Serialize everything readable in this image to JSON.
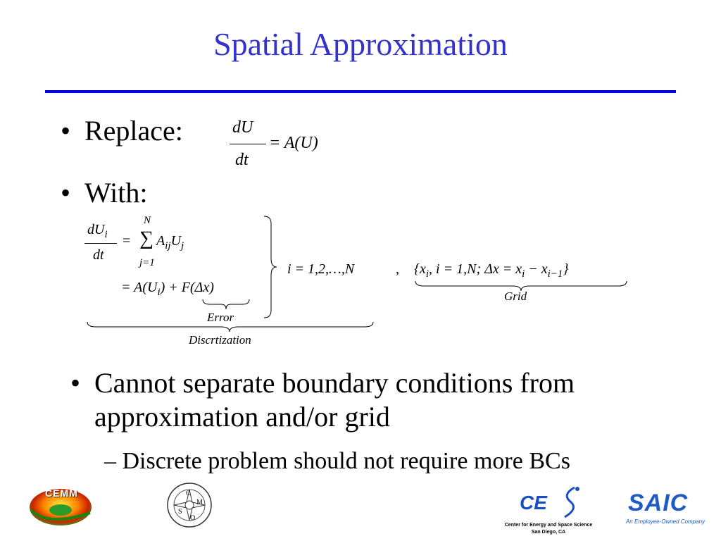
{
  "slide": {
    "title": "Spatial Approximation",
    "bullets": {
      "replace": "Replace:",
      "with": "With:",
      "cannot_line1": "Cannot separate boundary conditions from",
      "cannot_line2": "approximation and/or grid",
      "sub": "Discrete problem should not require more BCs"
    },
    "eq1": {
      "num": "dU",
      "den": "dt",
      "rhs": "= A(U)"
    },
    "eq2": {
      "lhs_num": "dU",
      "lhs_sub": "i",
      "lhs_den": "dt",
      "eq1": "=",
      "sum_top": "N",
      "sum_sym": "∑",
      "sum_bot": "j=1",
      "term_A": "A",
      "term_A_sub": "ij",
      "term_U": "U",
      "term_U_sub": "j",
      "line2_a": "= A(U",
      "line2_sub": "i",
      "line2_b": ") + ",
      "line2_F": "F",
      "line2_c": "(Δx)",
      "error_label": "Error",
      "discr_label": "Discrtization",
      "range": "i = 1,2,…,N",
      "comma": ",",
      "grid_a": "{x",
      "grid_sub1": "i",
      "grid_b": ",  i = 1,N;  Δx = x",
      "grid_sub2": "i",
      "grid_c": " − x",
      "grid_sub3": "i−1",
      "grid_d": "}",
      "grid_label": "Grid"
    }
  },
  "logos": {
    "cemm": "CEMM",
    "cmso": {
      "c": "C",
      "m": "M",
      "s": "S",
      "o": "O"
    },
    "ces": {
      "mark": "CE",
      "line1": "Center for Energy and Space Science",
      "line2": "San Diego, CA"
    },
    "saic": {
      "mark": "SAIC",
      "tagline": "An Employee-Owned Company"
    }
  }
}
